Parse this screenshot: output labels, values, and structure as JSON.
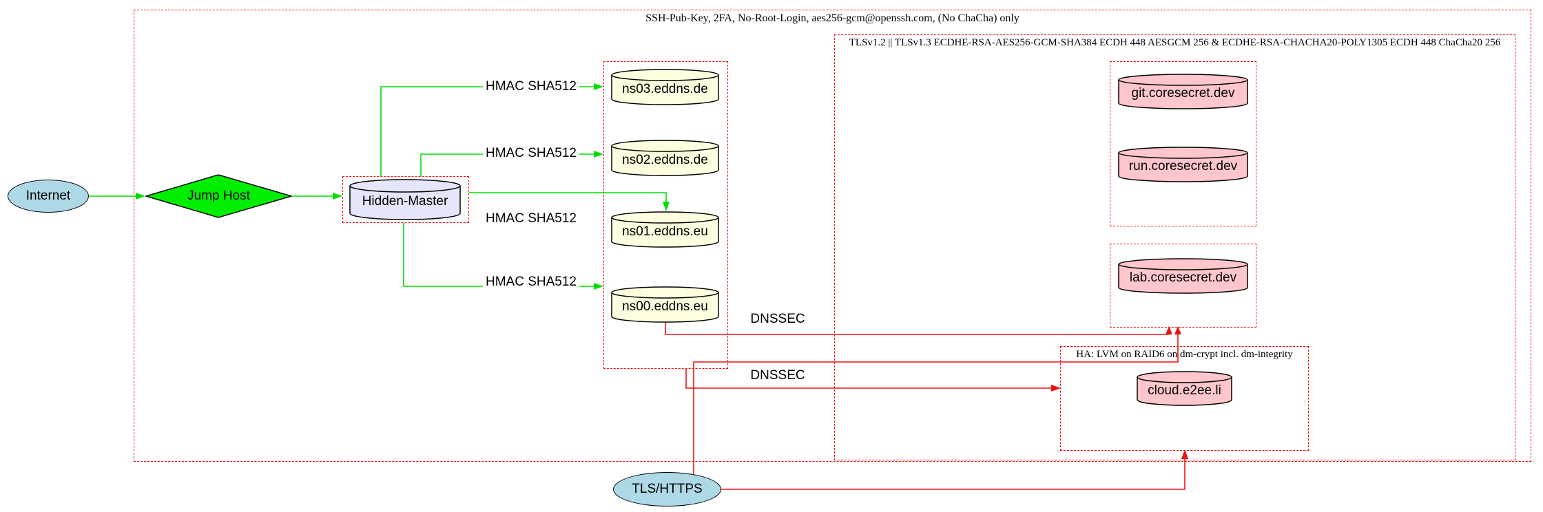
{
  "diagram": {
    "clusters": {
      "ssh": {
        "label": "SSH-Pub-Key, 2FA, No-Root-Login, aes256-gcm@openssh.com, (No ChaCha) only"
      },
      "tls": {
        "label": "TLSv1.2 || TLSv1.3 ECDHE-RSA-AES256-GCM-SHA384 ECDH 448 AESGCM 256 & ECDHE-RSA-CHACHA20-POLY1305 ECDH 448 ChaCha20 256"
      },
      "ha": {
        "label": "HA: LVM on RAID6 on dm-crypt incl. dm-integrity"
      }
    },
    "nodes": {
      "internet": {
        "label": "Internet"
      },
      "jump_host": {
        "label": "Jump Host"
      },
      "hidden_master": {
        "label": "Hidden-Master"
      },
      "ns03": {
        "label": "ns03.eddns.de"
      },
      "ns02": {
        "label": "ns02.eddns.de"
      },
      "ns01": {
        "label": "ns01.eddns.eu"
      },
      "ns00": {
        "label": "ns00.eddns.eu"
      },
      "git": {
        "label": "git.coresecret.dev"
      },
      "run": {
        "label": "run.coresecret.dev"
      },
      "lab": {
        "label": "lab.coresecret.dev"
      },
      "cloud": {
        "label": "cloud.e2ee.li"
      },
      "tls_https": {
        "label": "TLS/HTTPS"
      }
    },
    "edges": {
      "hmac1": {
        "label": "HMAC SHA512"
      },
      "hmac2": {
        "label": "HMAC SHA512"
      },
      "hmac3": {
        "label": "HMAC SHA512"
      },
      "hmac4": {
        "label": "HMAC SHA512"
      },
      "dnssec1": {
        "label": "DNSSEC"
      },
      "dnssec2": {
        "label": "DNSSEC"
      }
    },
    "colors": {
      "edge_green": "#00dd00",
      "edge_red": "#ee1111",
      "node_blue": "#add8e6",
      "node_green": "#00ee00",
      "node_lavender": "#e6e6fa",
      "node_yellow": "#ffffe0",
      "node_pink": "#ffc6cb"
    }
  }
}
